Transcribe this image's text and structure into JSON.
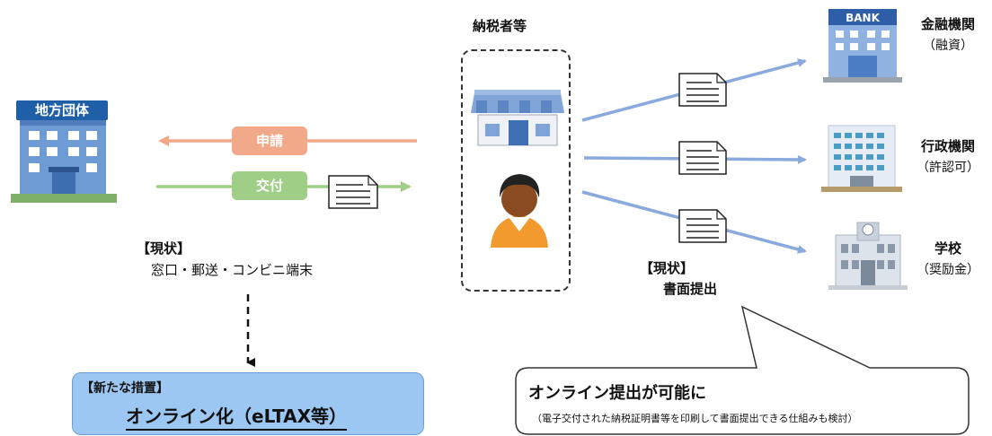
{
  "local_government": {
    "label": "地方団体",
    "icon": "municipal-office-building-icon"
  },
  "flows": {
    "apply_label": "申請",
    "issue_label": "交付",
    "apply_color": "#f2a98a",
    "issue_color": "#9fcf86"
  },
  "left_status": {
    "heading": "【現状】",
    "text": "窓口・郵送・コンビニ端末"
  },
  "new_measure": {
    "heading": "【新たな措置】",
    "main": "オンライン化（eLTAX等）",
    "box_color": "#9cc7f2"
  },
  "taxpayer": {
    "title": "納税者等",
    "icons": [
      "shop-icon",
      "person-icon"
    ]
  },
  "right_status": {
    "heading": "【現状】",
    "text": "書面提出"
  },
  "destinations": [
    {
      "name": "金融機関",
      "sub": "（融資）",
      "sign": "BANK",
      "icon": "bank-building-icon"
    },
    {
      "name": "行政機関",
      "sub": "（許認可）",
      "icon": "office-building-icon"
    },
    {
      "name": "学校",
      "sub": "（奨励金）",
      "icon": "school-icon"
    }
  ],
  "callout": {
    "main": "オンライン提出が可能に",
    "sub": "（電子交付された納税証明書等を印刷して書面提出できる仕組みも検討）"
  },
  "colors": {
    "arrow_blue": "#8aa9dc",
    "gov_label_bg": "#1f5fa8"
  }
}
